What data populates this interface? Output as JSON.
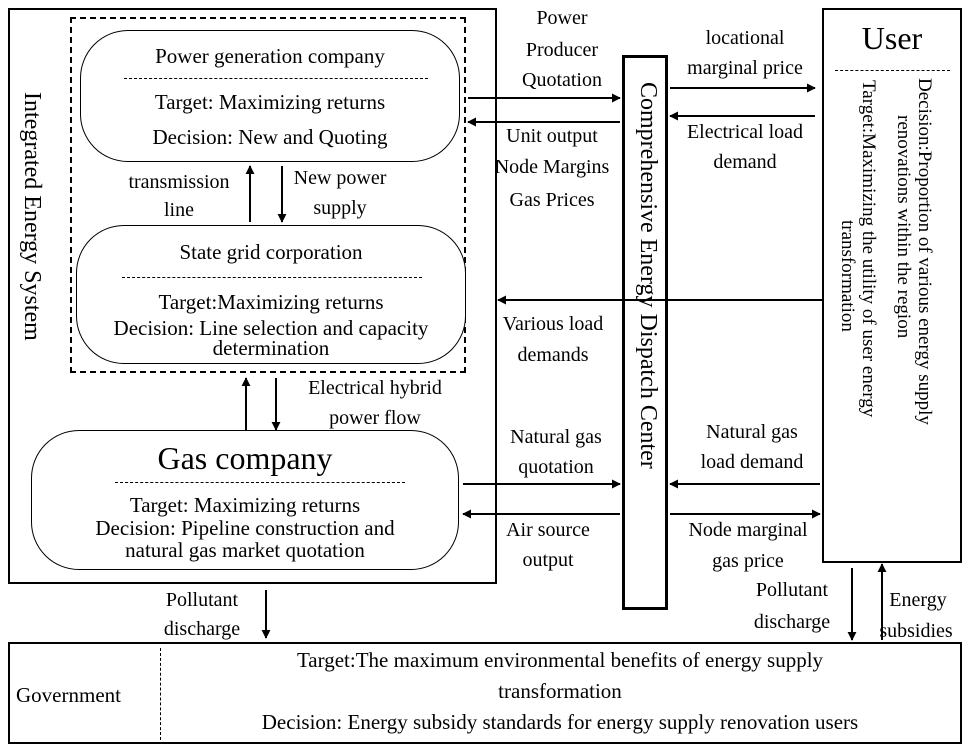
{
  "ies": {
    "title": "Integrated Energy System"
  },
  "power_gen": {
    "title": "Power generation company",
    "target": "Target: Maximizing returns",
    "decision": "Decision: New and Quoting"
  },
  "grid": {
    "title": "State grid corporation",
    "target": "Target:Maximizing returns",
    "decision_line1": "Decision: Line selection and capacity",
    "decision_line2": "determination"
  },
  "gas": {
    "title": "Gas company",
    "target": "Target: Maximizing returns",
    "decision_line1": "Decision: Pipeline construction and",
    "decision_line2": "natural gas market quotation"
  },
  "center": {
    "title": "Comprehensive Energy Dispatch Center"
  },
  "user": {
    "title": "User",
    "decision_line1": "Decision:Proportion of various energy supply",
    "decision_line2": "renovations within the region",
    "target_line1": "Target:Maximizing the utility of user energy",
    "target_line2": "transformation"
  },
  "government": {
    "title": "Government",
    "target_line1": "Target:The maximum environmental benefits of energy supply",
    "target_line2": "transformation",
    "decision": "Decision: Energy subsidy standards for energy supply renovation users"
  },
  "flows": {
    "transmission_line1": "transmission",
    "transmission_line2": "line",
    "new_power_line1": "New power",
    "new_power_line2": "supply",
    "power_quote_line1": "Power",
    "power_quote_line2": "Producer",
    "power_quote_line3": "Quotation",
    "unit_output_line1": "Unit output",
    "unit_output_line2": "Node Margins",
    "unit_output_line3": "Gas Prices",
    "lmp_line1": "locational",
    "lmp_line2": "marginal price",
    "elec_load_line1": "Electrical load",
    "elec_load_line2": "demand",
    "various_load_line1": "Various load",
    "various_load_line2": "demands",
    "hybrid_line1": "Electrical hybrid",
    "hybrid_line2": "power flow",
    "ng_quote_line1": "Natural gas",
    "ng_quote_line2": "quotation",
    "air_source_line1": "Air source",
    "air_source_line2": "output",
    "ng_load_line1": "Natural gas",
    "ng_load_line2": "load demand",
    "node_gas_line1": "Node marginal",
    "node_gas_line2": "gas price",
    "pollutant_left_line1": "Pollutant",
    "pollutant_left_line2": "discharge",
    "pollutant_right_line1": "Pollutant",
    "pollutant_right_line2": "discharge",
    "subsidies_line1": "Energy",
    "subsidies_line2": "subsidies"
  }
}
